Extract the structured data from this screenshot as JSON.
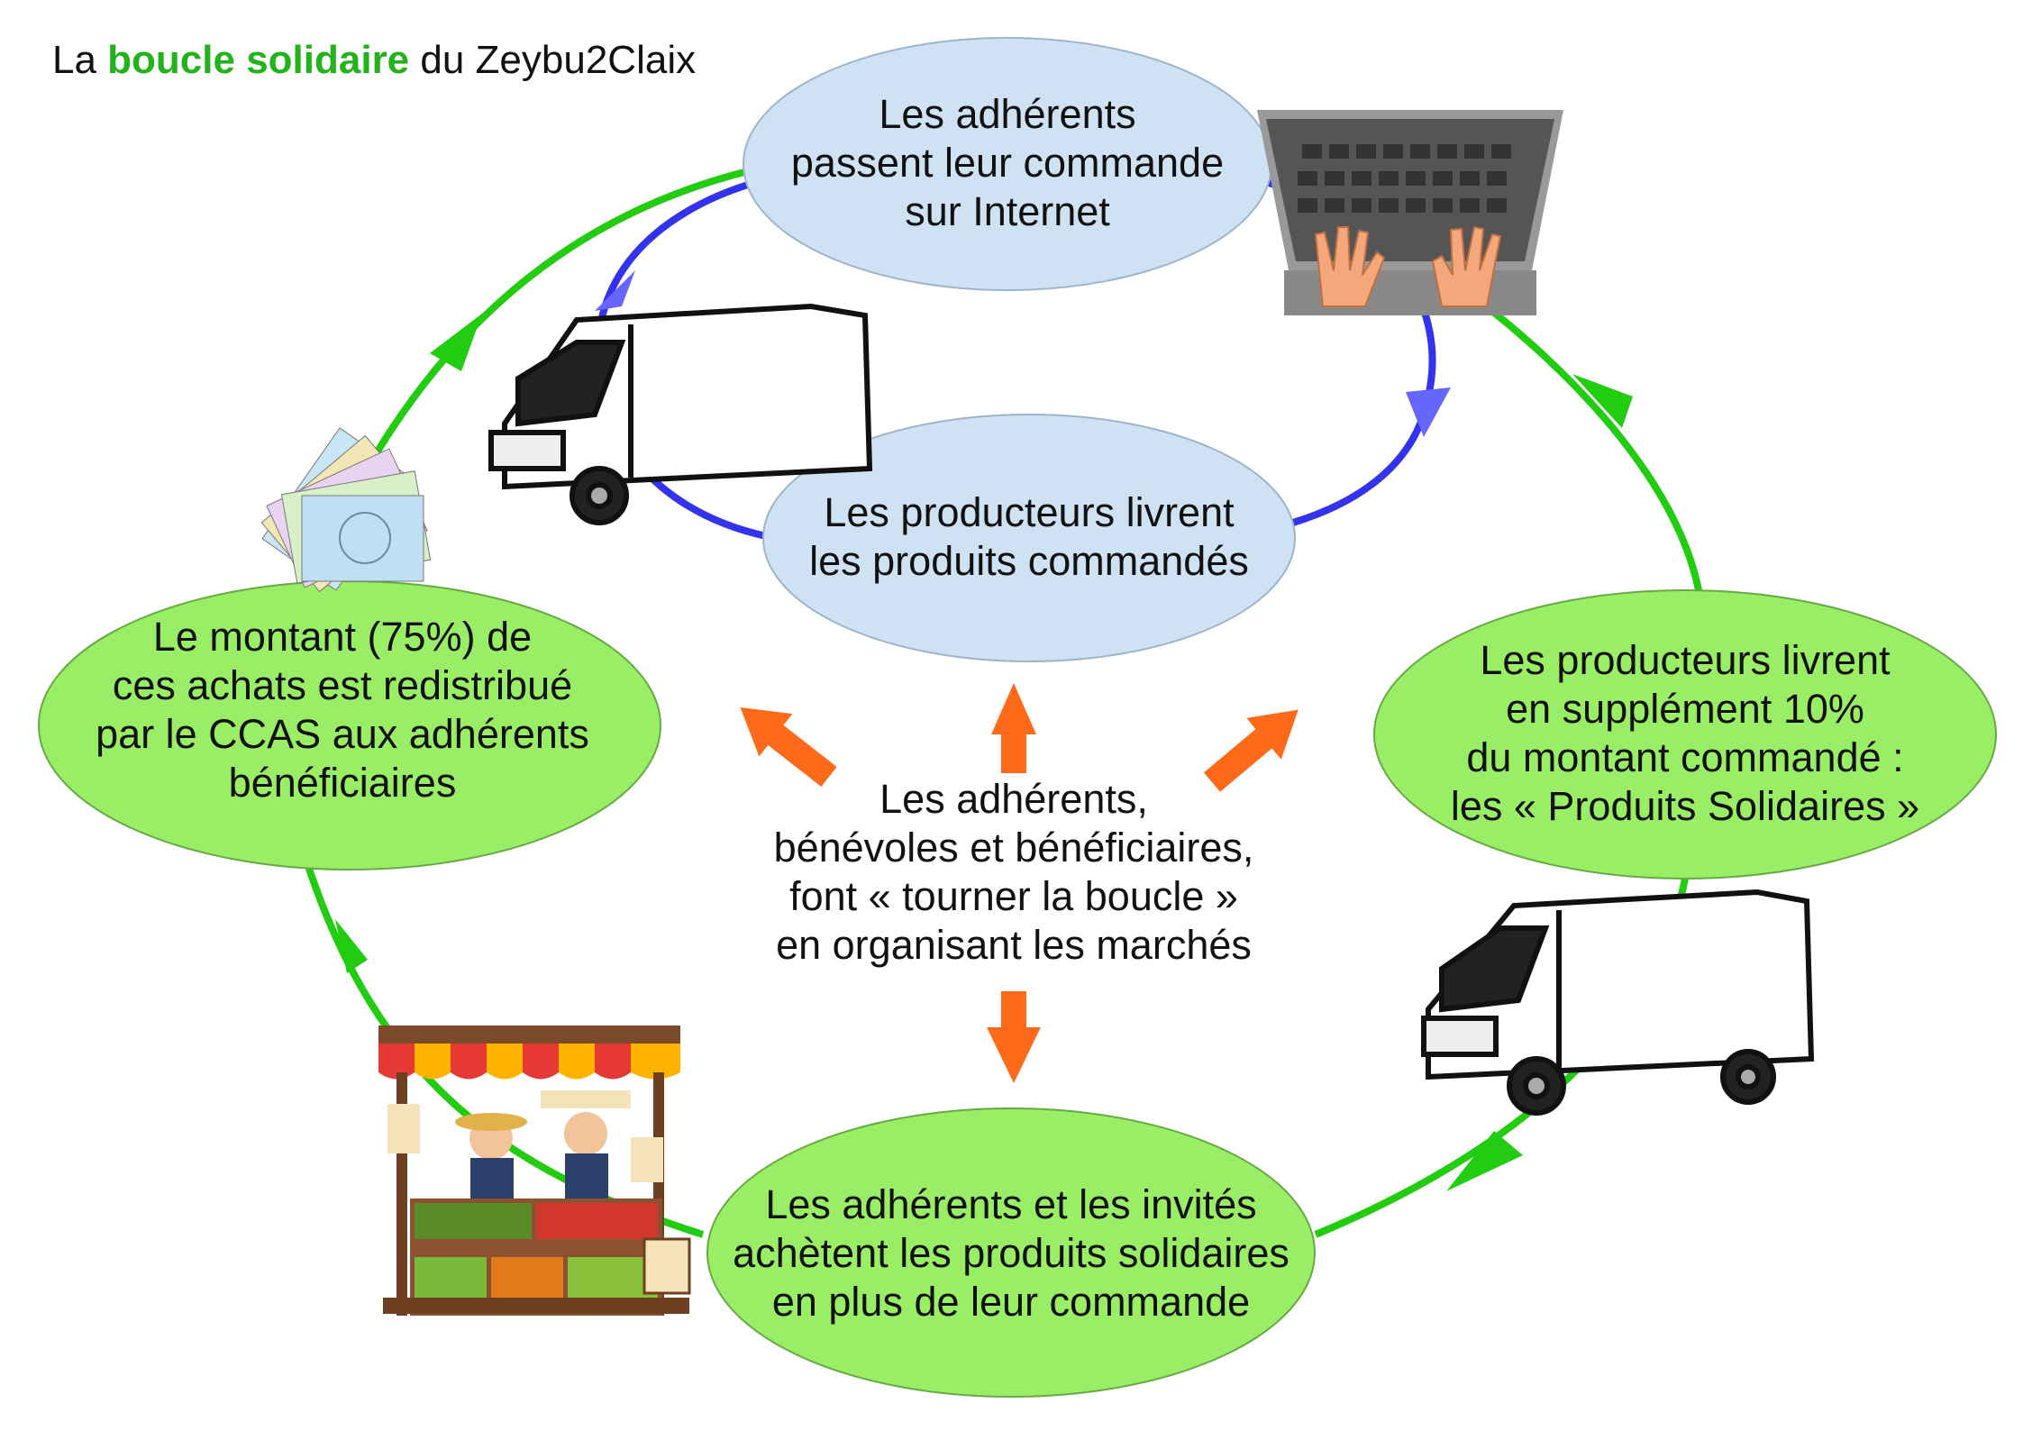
{
  "title": {
    "prefix": "La ",
    "highlight": "boucle solidaire",
    "suffix": " du Zeybu2Claix"
  },
  "nodes": {
    "order": {
      "lines": [
        "Les adhérents",
        "passent leur commande",
        "sur Internet"
      ]
    },
    "delivery": {
      "lines": [
        "Les producteurs livrent",
        "les produits commandés"
      ]
    },
    "supplement": {
      "lines": [
        "Les producteurs livrent",
        "en supplément 10%",
        "du montant commandé :",
        "les « Produits Solidaires »"
      ]
    },
    "purchase": {
      "lines": [
        "Les adhérents et les invités",
        "achètent les produits solidaires",
        "en plus de leur commande"
      ]
    },
    "redistribution": {
      "lines": [
        "Le montant (75%) de",
        "ces achats est redistribué",
        "par le CCAS aux adhérents",
        "bénéficiaires"
      ]
    }
  },
  "center": {
    "lines": [
      "Les adhérents,",
      "bénévoles et bénéficiaires,",
      "font « tourner la boucle »",
      "en organisant les marchés"
    ]
  },
  "colors": {
    "outer_loop": "#22cc11",
    "inner_loop": "#3333ee",
    "inner_arrowhead": "#6666ff",
    "center_arrows": "#ff6a1a",
    "blue_node": "#cfe2f3",
    "green_node": "#99ee66"
  },
  "icons": [
    "laptop-icon",
    "van-icon",
    "banknotes-icon",
    "market-stall-icon"
  ]
}
